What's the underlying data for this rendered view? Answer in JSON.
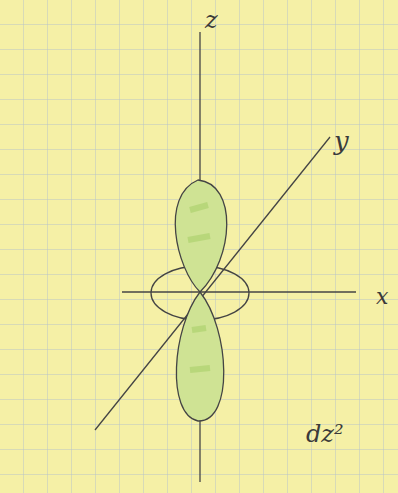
{
  "diagram": {
    "labels": [
      "z",
      "y",
      "x",
      "dz²"
    ]
  }
}
